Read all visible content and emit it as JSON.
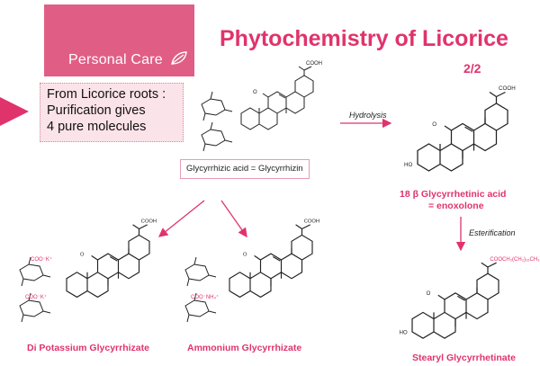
{
  "brand": {
    "label": "Personal Care"
  },
  "title": "Phytochemistry of Licorice",
  "page_indicator": "2/2",
  "source": {
    "lines": [
      "From Licorice roots :",
      "Purification gives",
      "4 pure molecules"
    ]
  },
  "molecules": {
    "glycyrrhizin": {
      "label": "Glycyrrhizic acid = Glycyrrhizin"
    },
    "enoxolone": {
      "line1": "18 β Glycyrrhetinic acid",
      "line2": "= enoxolone"
    },
    "dipotassium": {
      "label": "Di Potassium Glycyrrhizate"
    },
    "ammonium": {
      "label": "Ammonium Glycyrrhizate"
    },
    "stearyl": {
      "label": "Stearyl Glycyrrhetinate"
    }
  },
  "reactions": {
    "hydrolysis": "Hydrolysis",
    "esterification": "Esterification"
  },
  "colors": {
    "accent": "#e0336c",
    "brand_box": "#e05e86",
    "source_bg": "#fbe3ea"
  }
}
